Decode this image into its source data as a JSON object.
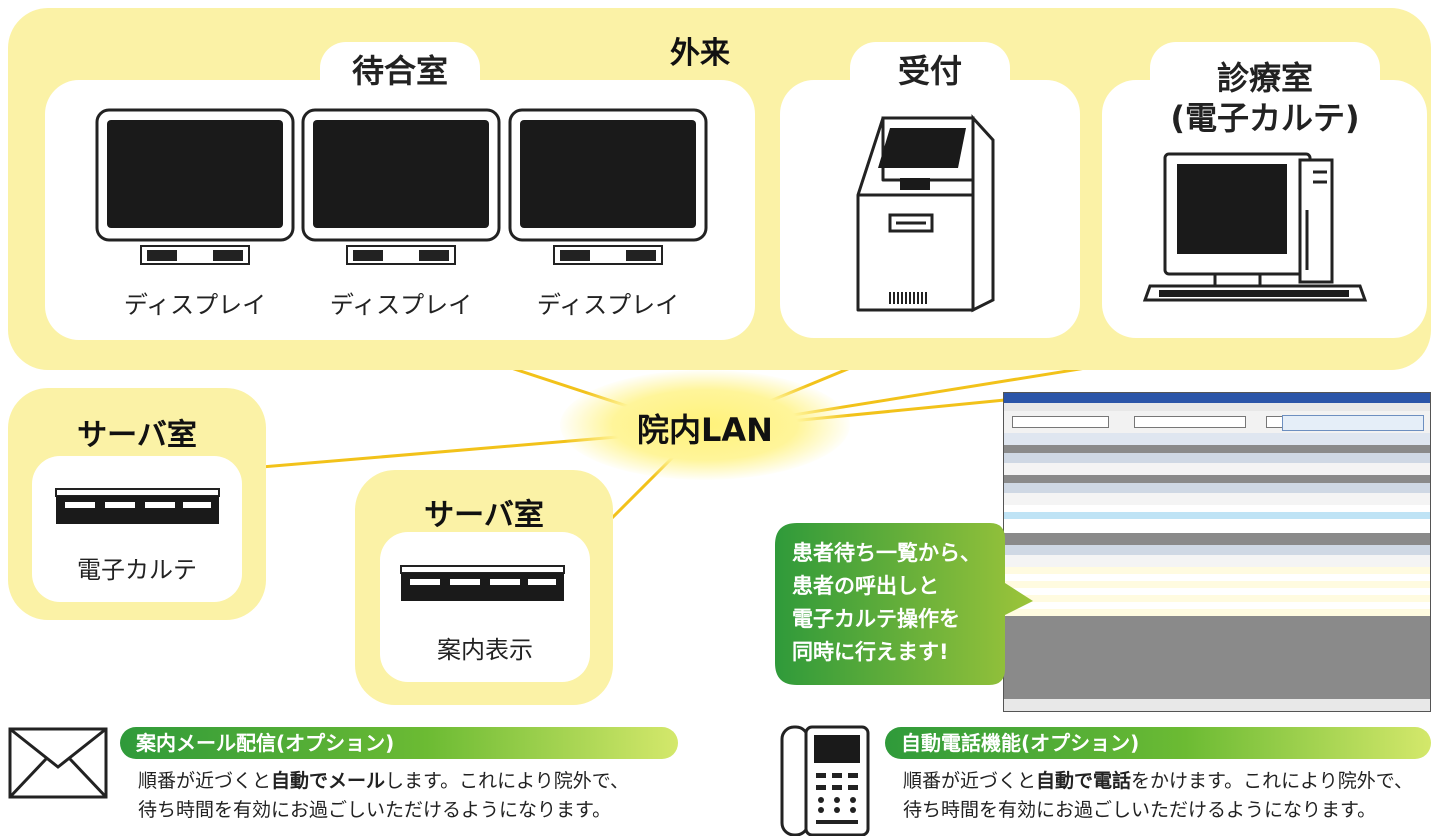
{
  "outpatient": {
    "title": "外来",
    "waiting_room": {
      "title": "待合室",
      "displays": [
        "ディスプレイ",
        "ディスプレイ",
        "ディスプレイ"
      ]
    },
    "reception": {
      "title": "受付"
    },
    "exam_room": {
      "title_line1": "診療室",
      "title_line2": "(電子カルテ)"
    }
  },
  "lan": {
    "label": "院内LAN"
  },
  "server_room_1": {
    "title": "サーバ室",
    "label": "電子カルテ"
  },
  "server_room_2": {
    "title": "サーバ室",
    "label": "案内表示"
  },
  "callout": {
    "line1": "患者待ち一覧から、",
    "line2": "患者の呼出しと",
    "line3": "電子カルテ操作を",
    "line4": "同時に行えます!"
  },
  "mail_option": {
    "title": "案内メール配信(オプション)",
    "desc_pre": "順番が近づくと",
    "desc_bold": "自動でメール",
    "desc_post": "します。これにより院外で、",
    "desc_line2": "待ち時間を有効にお過ごしいただけるようになります。"
  },
  "phone_option": {
    "title": "自動電話機能(オプション)",
    "desc_pre": "順番が近づくと",
    "desc_bold1": "自動で",
    "desc_bold2": "電話",
    "desc_post": "をかけます。これにより院外で、",
    "desc_line2": "待ち時間を有効にお過ごしいただけるようになります。"
  },
  "colors": {
    "zone": "#fbf2a6",
    "glow": "#fff27a",
    "line": "#f2c21a",
    "green_dark": "#2f9a3a",
    "green_light": "#d4e86b"
  }
}
